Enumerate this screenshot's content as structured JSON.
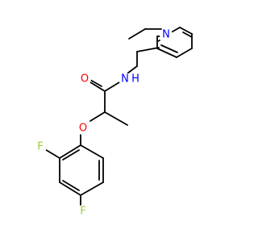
{
  "atoms": {
    "ring_nitrogen": {
      "symbol": "N",
      "color": "#0000ff"
    },
    "amide_oxygen": {
      "symbol": "O",
      "color": "#ff0000"
    },
    "amide_nitrogen": {
      "symbol": "N",
      "color": "#0000ff"
    },
    "amide_hydrogen": {
      "symbol": "H",
      "color": "#0000ff"
    },
    "ether_oxygen": {
      "symbol": "O",
      "color": "#ff0000"
    },
    "fluorine_ortho": {
      "symbol": "F",
      "color": "#9acd32"
    },
    "fluorine_para": {
      "symbol": "F",
      "color": "#9acd32"
    }
  },
  "colors": {
    "bond": "#000000",
    "background": "#ffffff"
  }
}
